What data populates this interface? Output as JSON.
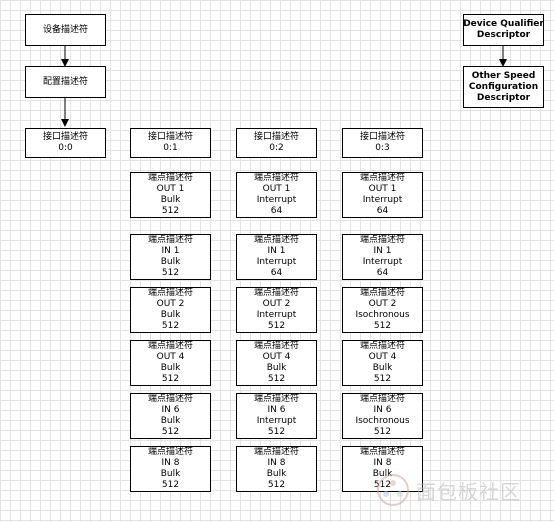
{
  "device": {
    "label": "设备描述符"
  },
  "config": {
    "label": "配置描述符"
  },
  "qualifier": {
    "lines": [
      "Device Qualifier",
      "Descriptor"
    ]
  },
  "other_speed": {
    "lines": [
      "Other Speed",
      "Configuration",
      "Descriptor"
    ]
  },
  "interfaces": [
    {
      "title": "接口描述符",
      "alt": "0:0",
      "endpoints": []
    },
    {
      "title": "接口描述符",
      "alt": "0:1",
      "endpoints": [
        {
          "title": "端点描述符",
          "ep": "OUT 1",
          "type": "Bulk",
          "size": "512"
        },
        {
          "title": "端点描述符",
          "ep": "IN 1",
          "type": "Bulk",
          "size": "512"
        },
        {
          "title": "端点描述符",
          "ep": "OUT 2",
          "type": "Bulk",
          "size": "512"
        },
        {
          "title": "端点描述符",
          "ep": "OUT 4",
          "type": "Bulk",
          "size": "512"
        },
        {
          "title": "端点描述符",
          "ep": "IN 6",
          "type": "Bulk",
          "size": "512"
        },
        {
          "title": "端点描述符",
          "ep": "IN 8",
          "type": "Bulk",
          "size": "512"
        }
      ]
    },
    {
      "title": "接口描述符",
      "alt": "0:2",
      "endpoints": [
        {
          "title": "端点描述符",
          "ep": "OUT 1",
          "type": "Interrupt",
          "size": "64"
        },
        {
          "title": "端点描述符",
          "ep": "IN 1",
          "type": "Interrupt",
          "size": "64"
        },
        {
          "title": "端点描述符",
          "ep": "OUT 2",
          "type": "Interrupt",
          "size": "512"
        },
        {
          "title": "端点描述符",
          "ep": "OUT 4",
          "type": "Bulk",
          "size": "512"
        },
        {
          "title": "端点描述符",
          "ep": "IN 6",
          "type": "Interrupt",
          "size": "512"
        },
        {
          "title": "端点描述符",
          "ep": "IN 8",
          "type": "Bulk",
          "size": "512"
        }
      ]
    },
    {
      "title": "接口描述符",
      "alt": "0:3",
      "endpoints": [
        {
          "title": "端点描述符",
          "ep": "OUT 1",
          "type": "Interrupt",
          "size": "64"
        },
        {
          "title": "端点描述符",
          "ep": "IN 1",
          "type": "Interrupt",
          "size": "64"
        },
        {
          "title": "端点描述符",
          "ep": "OUT 2",
          "type": "Isochronous",
          "size": "512"
        },
        {
          "title": "端点描述符",
          "ep": "OUT 4",
          "type": "Bulk",
          "size": "512"
        },
        {
          "title": "端点描述符",
          "ep": "IN 6",
          "type": "Isochronous",
          "size": "512"
        },
        {
          "title": "端点描述符",
          "ep": "IN 8",
          "type": "Bulk",
          "size": "512"
        }
      ]
    }
  ],
  "watermark": {
    "text": "面包板社区"
  }
}
